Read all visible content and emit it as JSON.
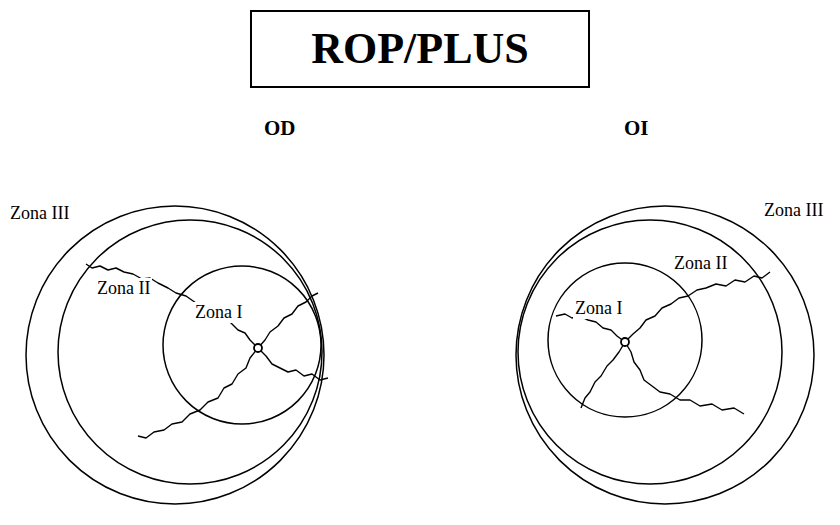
{
  "diagram": {
    "title": "ROP/PLUS",
    "nodes": [
      {
        "text": [
          "Zona III"
        ]
      },
      {
        "text": [
          "Zona II"
        ],
        "in": 0
      },
      {
        "text": [
          "Zona I"
        ],
        "in": 1
      },
      {
        "text": [
          "Zona III"
        ]
      },
      {
        "text": [
          "Zona II"
        ],
        "in": 3
      },
      {
        "text": [
          "Zona I"
        ],
        "in": 4
      }
    ],
    "labels": [
      "OD",
      "OI"
    ]
  }
}
